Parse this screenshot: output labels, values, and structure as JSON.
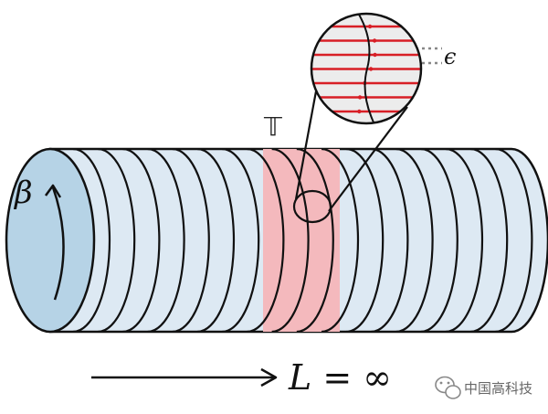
{
  "labels": {
    "beta": "β",
    "transfer": "𝕋",
    "epsilon": "ϵ",
    "length": "L = ∞"
  },
  "watermark": {
    "text": "中国高科技",
    "icon": "wechat-icon"
  },
  "colors": {
    "cylinder_fill": "#dde9f3",
    "end_cap_fill": "#b6d3e6",
    "slice_fill": "#f4b9bd",
    "lattice_line": "#d81f26",
    "outline": "#111111"
  }
}
